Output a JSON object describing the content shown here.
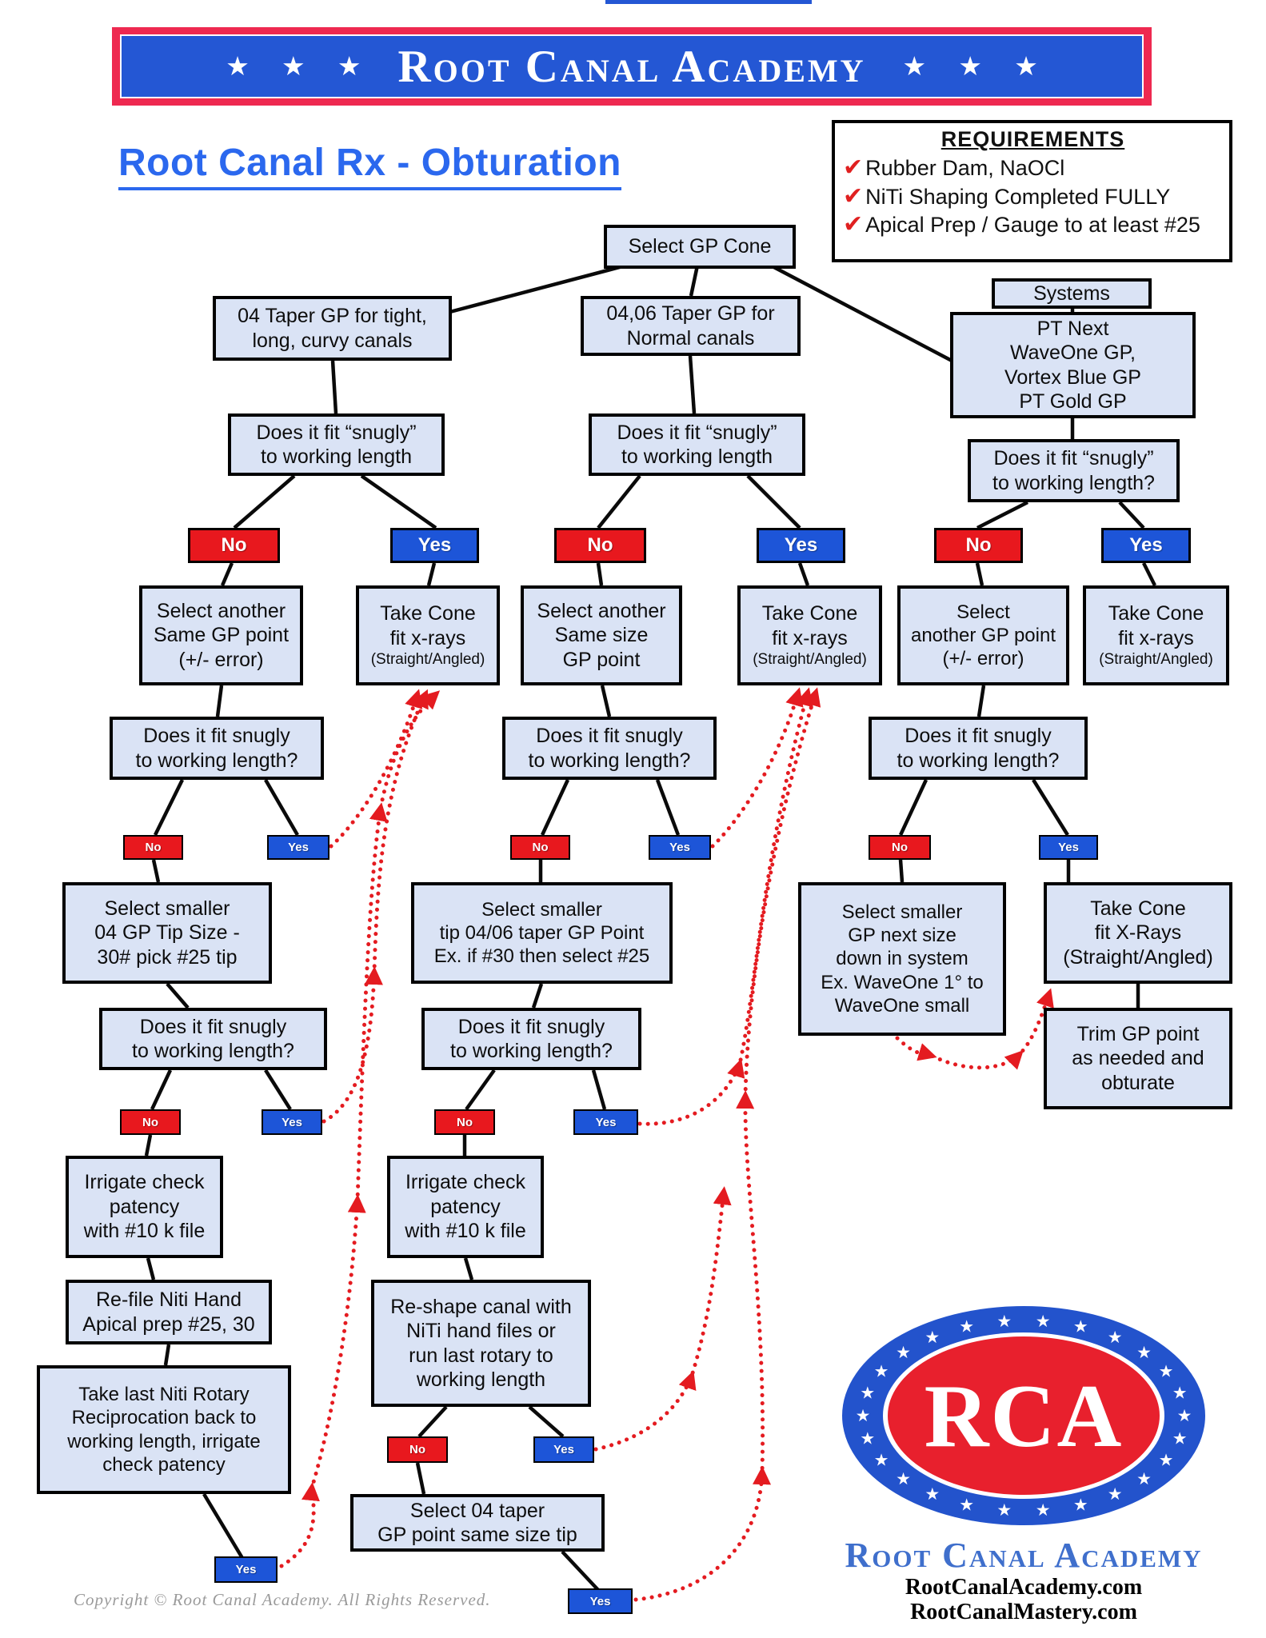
{
  "banner": {
    "stars": "★ ★ ★",
    "title": "Root Canal Academy"
  },
  "page_title": "Root Canal Rx - Obturation",
  "requirements": {
    "title": "REQUIREMENTS",
    "items": [
      "Rubber Dam, NaOCl",
      "NiTi Shaping Completed FULLY",
      "Apical Prep / Gauge to at least #25"
    ]
  },
  "labels": {
    "no": "No",
    "yes": "Yes"
  },
  "icons": {
    "check": "✔",
    "star": "★"
  },
  "nodes": {
    "select_gp_cone": "Select GP Cone",
    "taper_04": "04 Taper GP for tight,\nlong, curvy canals",
    "taper_0406": "04,06 Taper GP for\nNormal canals",
    "systems_label": "Systems",
    "systems_list": "PT Next\nWaveOne GP,\nVortex Blue GP\nPT Gold GP",
    "fit_snugly_quoted": "Does it fit “snugly”\nto working length",
    "fit_snugly_quoted_q": "Does it fit “snugly”\nto working length?",
    "fit_snugly_q": "Does it fit snugly\nto working length?",
    "select_another_same_gp": "Select another\nSame GP point\n(+/- error)",
    "select_another_same_size": "Select another\nSame size\nGP point",
    "select_another_gp": "Select\nanother GP point\n(+/- error)",
    "take_cone": "Take Cone\nfit x-rays",
    "take_cone_sub": "(Straight/Angled)",
    "take_cone_caps": "Take Cone\nfit X-Rays\n(Straight/Angled)",
    "select_smaller_04": "Select smaller\n04 GP Tip Size -\n30# pick #25 tip",
    "select_smaller_0406": "Select smaller\ntip 04/06 taper GP Point\nEx. if #30 then select #25",
    "select_smaller_system": "Select smaller\nGP next size\ndown in system\nEx. WaveOne 1° to\nWaveOne small",
    "trim_gp": "Trim GP point\nas needed and\nobturate",
    "irrigate": "Irrigate check\npatency\nwith #10 k file",
    "refile": "Re-file Niti Hand\nApical prep #25, 30",
    "reshape": "Re-shape canal with\nNiTi hand files or\nrun last rotary to\nworking length",
    "take_last_rotary": "Take last Niti Rotary\nReciprocation back to\nworking length, irrigate\ncheck patency",
    "select_04_same_tip": "Select 04 taper\nGP point same size tip"
  },
  "footer": {
    "copyright": "Copyright © Root Canal Academy. All Rights Reserved.",
    "logo_acronym": "RCA",
    "logo_name": "Root Canal Academy",
    "url_1": "RootCanalAcademy.com",
    "url_2": "RootCanalMastery.com"
  },
  "colors": {
    "box_fill": "#dae3f5",
    "no_red": "#e8181e",
    "yes_blue": "#1d55d8",
    "banner_red": "#ee2950",
    "banner_blue": "#2457d4",
    "title_blue": "#2b68ee",
    "arrow_red": "#e41b20"
  }
}
